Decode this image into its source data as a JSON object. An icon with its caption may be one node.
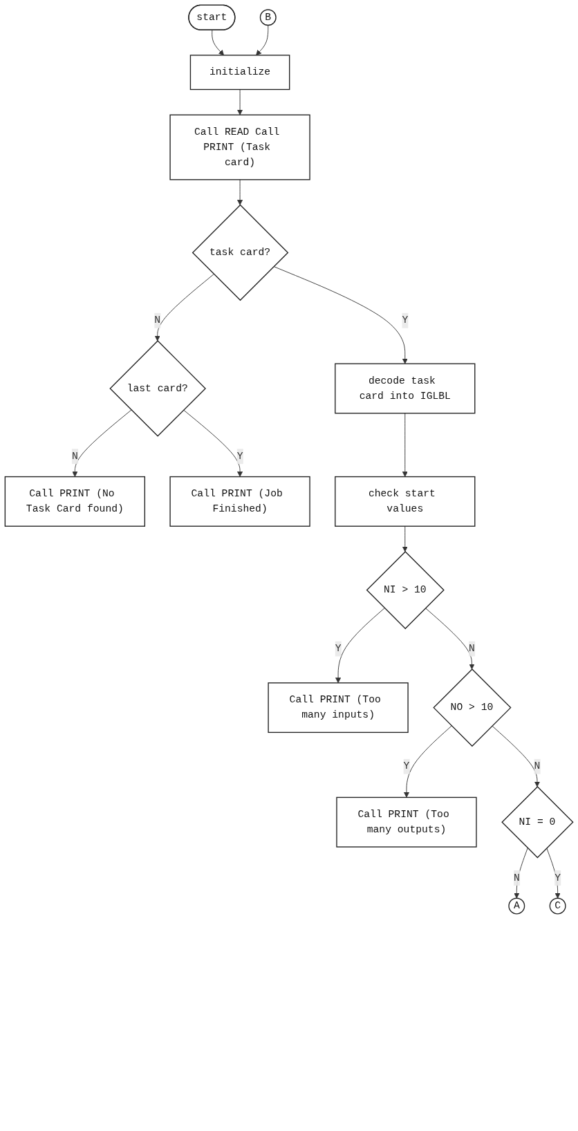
{
  "diagram": {
    "nodes": [
      {
        "text": [
          "start"
        ]
      },
      {
        "text": [
          "B"
        ]
      },
      {
        "text": [
          "initialize"
        ]
      },
      {
        "text": [
          "Call READ Call PRINT (Task card)"
        ]
      },
      {
        "text": [
          "Call PRINT (No Task Card found)"
        ]
      },
      {
        "text": [
          "task card?"
        ]
      },
      {
        "text": [
          "last card?"
        ]
      },
      {
        "text": [
          "decode task card into IGLBL"
        ]
      },
      {
        "text": [
          "Call PRINT (Job Finished)"
        ]
      },
      {
        "text": [
          "check start values"
        ]
      },
      {
        "text": [
          "NI > 10"
        ]
      },
      {
        "text": [
          "Call PRINT (Too many inputs)"
        ]
      },
      {
        "text": [
          "NO > 10"
        ]
      },
      {
        "text": [
          "Call PRINT (Too many outputs)"
        ]
      },
      {
        "text": [
          "A"
        ]
      },
      {
        "text": [
          "NI = 0"
        ]
      },
      {
        "text": [
          "C"
        ]
      }
    ],
    "edges": [
      {
        "from": 0,
        "to": 2,
        "arrow": "to"
      },
      {
        "from": 1,
        "to": 2,
        "arrow": "to"
      },
      {
        "from": 2,
        "to": 3,
        "arrow": "to"
      },
      {
        "from": 3,
        "to": 5,
        "arrow": "to"
      },
      {
        "from": 5,
        "to": 6,
        "arrow": "to",
        "label": "N"
      },
      {
        "from": 6,
        "to": 4,
        "arrow": "to",
        "label": "N"
      },
      {
        "from": 6,
        "to": 8,
        "arrow": "to",
        "label": "Y"
      },
      {
        "from": 5,
        "to": 7,
        "arrow": "to",
        "label": "Y"
      },
      {
        "from": 7,
        "to": 9,
        "arrow": "to"
      },
      {
        "from": 9,
        "to": 10,
        "arrow": "to"
      },
      {
        "from": 10,
        "to": 11,
        "arrow": "to",
        "label": "Y"
      },
      {
        "from": 10,
        "to": 12,
        "arrow": "to",
        "label": "N"
      },
      {
        "from": 12,
        "to": 13,
        "arrow": "to",
        "label": "Y"
      },
      {
        "from": 12,
        "to": 15,
        "arrow": "to",
        "label": "N"
      },
      {
        "from": 15,
        "to": 14,
        "arrow": "to",
        "label": "N"
      },
      {
        "from": 15,
        "to": 16,
        "arrow": "to",
        "label": "Y"
      }
    ]
  }
}
